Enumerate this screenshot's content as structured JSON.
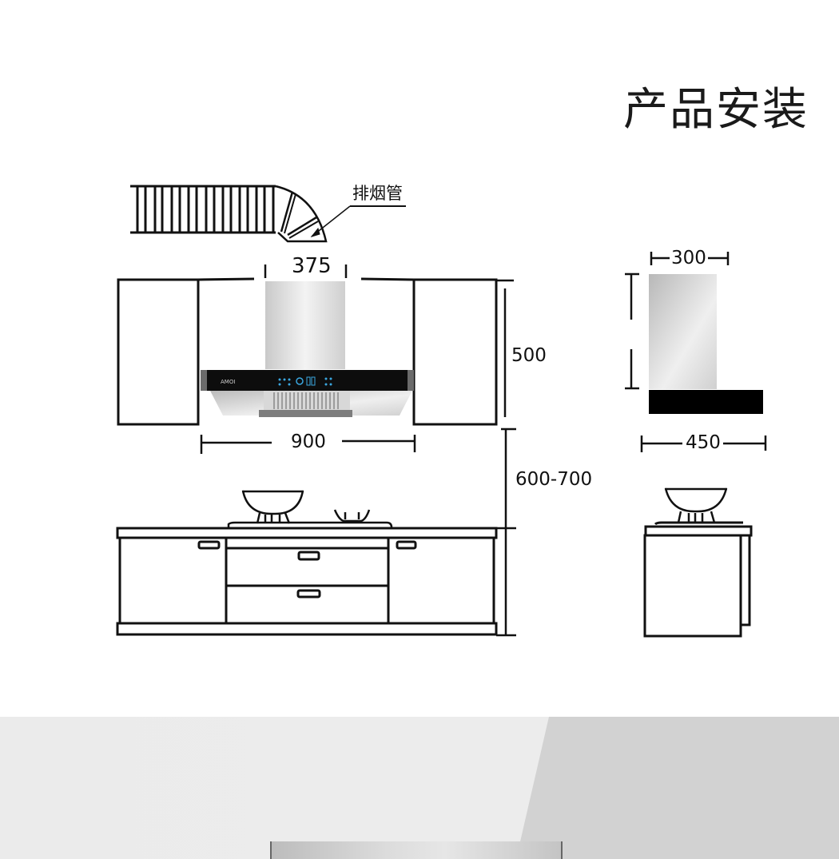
{
  "title": "产品安装",
  "labels": {
    "duct": "排烟管",
    "chimney_width": "375",
    "hood_width": "900",
    "hood_height": "500",
    "install_height": "600-700",
    "side_chimney_depth": "300",
    "side_hood_depth": "450"
  },
  "brand_mark": "AMOI",
  "colors": {
    "line": "#111111",
    "steel_light": "#f2f2f2",
    "steel_dark": "#bdbdbd",
    "panel": "#0d0d0d",
    "display_blue": "#3aa7e0",
    "bottom_light": "#ececec",
    "bottom_dark": "#d2d2d2"
  }
}
